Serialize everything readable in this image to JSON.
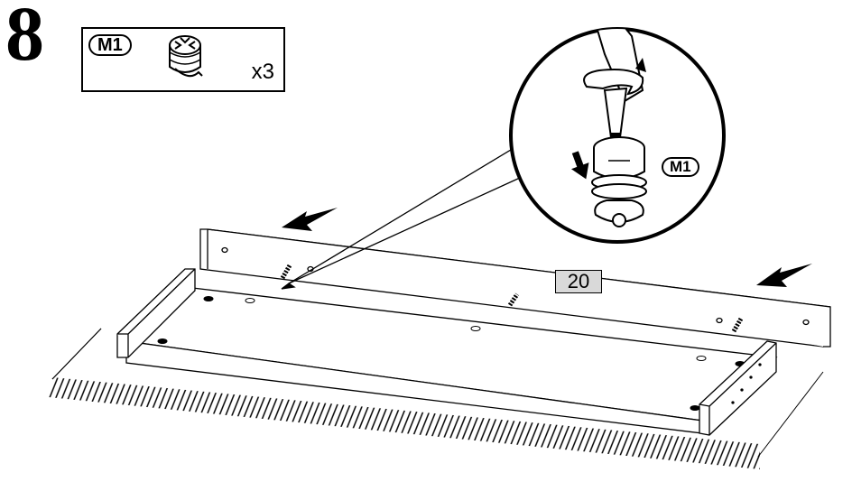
{
  "step": {
    "number": "8"
  },
  "parts_box": {
    "part_code": "M1",
    "quantity": "x3",
    "icon": "cam-lock-fitting-icon"
  },
  "zoom_detail": {
    "part_code": "M1",
    "tool_icon": "screwdriver-icon",
    "rotation_icon": "rotate-arrow-icon",
    "press_arrow_icon": "down-arrow-icon"
  },
  "assembly": {
    "panel_label": "20",
    "direction_arrows": [
      "push-arrow-left-icon",
      "push-arrow-right-icon"
    ]
  },
  "colors": {
    "line": "#000000",
    "label_fill": "#d9d9d9",
    "background": "#ffffff"
  }
}
